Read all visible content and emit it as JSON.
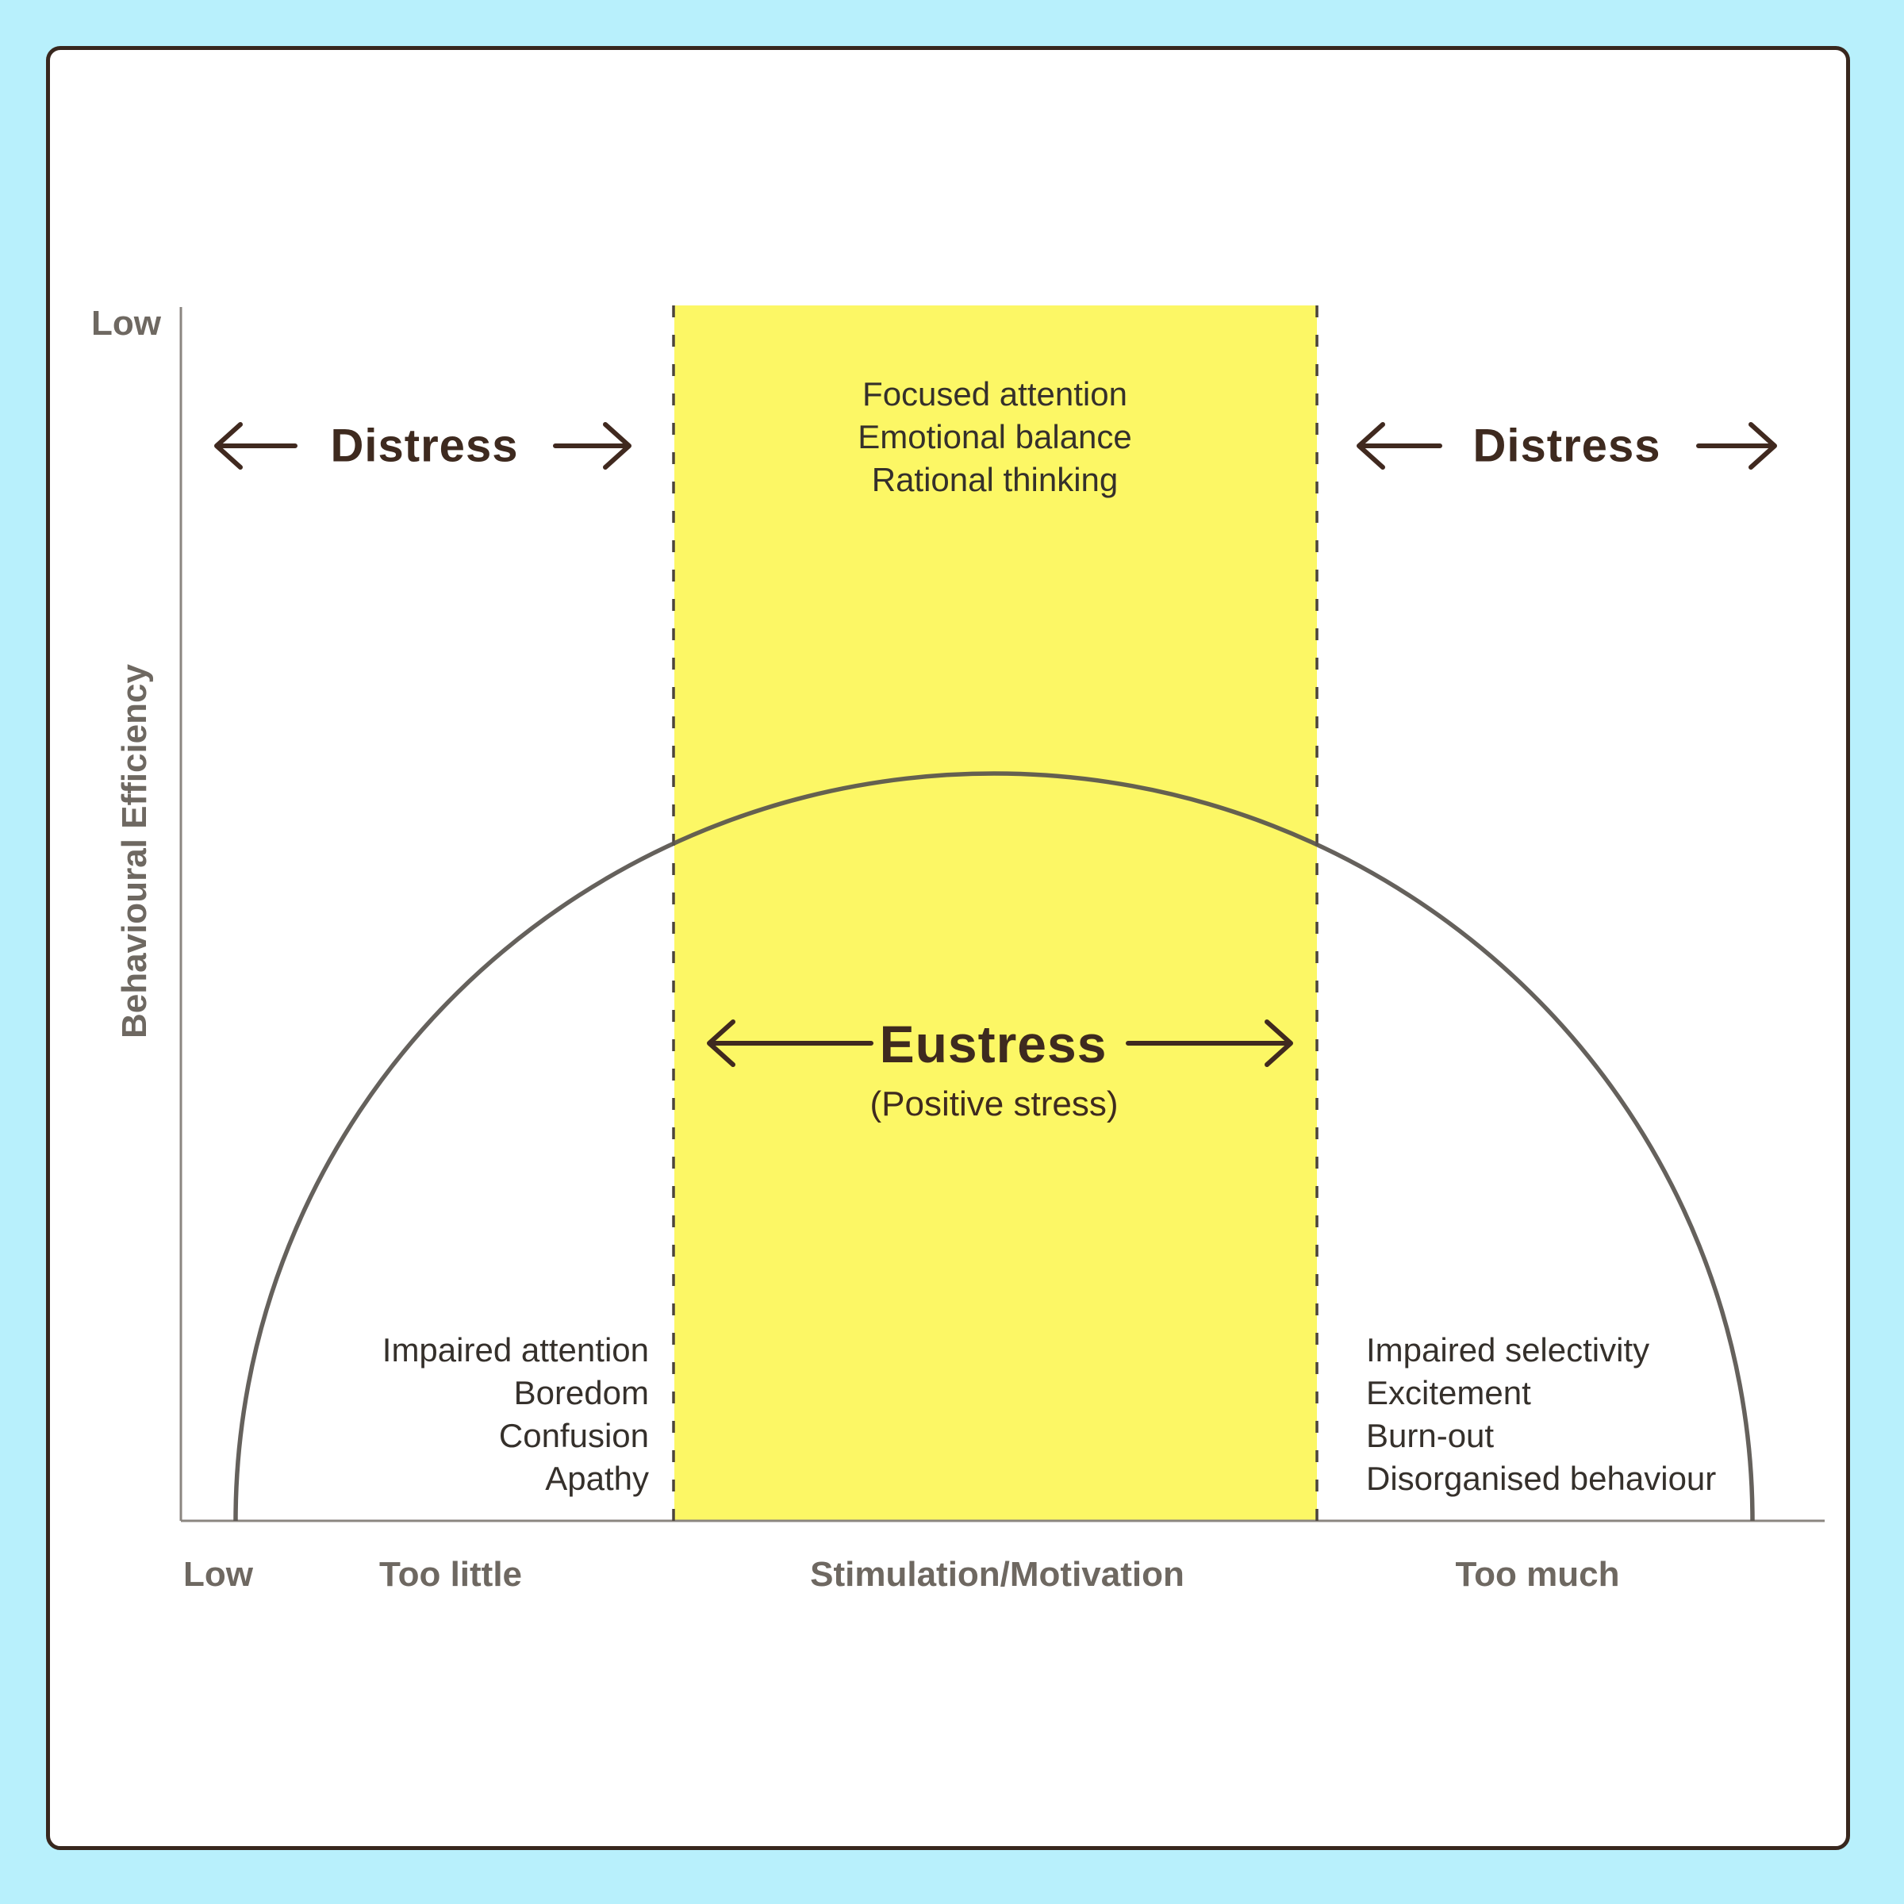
{
  "colors": {
    "background": "#B8F0FC",
    "card_border": "#38271E",
    "band": "#FCF765",
    "axis": "#8B8680",
    "dashed": "#4B443C",
    "curve": "#58544E",
    "arrow": "#40291F",
    "heading_text": "#3E2A1F",
    "list_text": "#35302B",
    "axis_text": "#6E6861"
  },
  "y_axis": {
    "top_label": "Low",
    "title": "Behavioural Efficiency"
  },
  "x_axis": {
    "labels": [
      "Low",
      "Too little",
      "Stimulation/Motivation",
      "Too much"
    ]
  },
  "zones": {
    "distress_left": "Distress",
    "distress_right": "Distress",
    "eustress": "Eustress",
    "eustress_sub": "(Positive stress)"
  },
  "annotations": {
    "optimal": [
      "Focused attention",
      "Emotional balance",
      "Rational thinking"
    ],
    "understimulation": [
      "Impaired attention",
      "Boredom",
      "Confusion",
      "Apathy"
    ],
    "overstimulation": [
      "Impaired selectivity",
      "Excitement",
      "Burn-out",
      "Disorganised behaviour"
    ]
  }
}
